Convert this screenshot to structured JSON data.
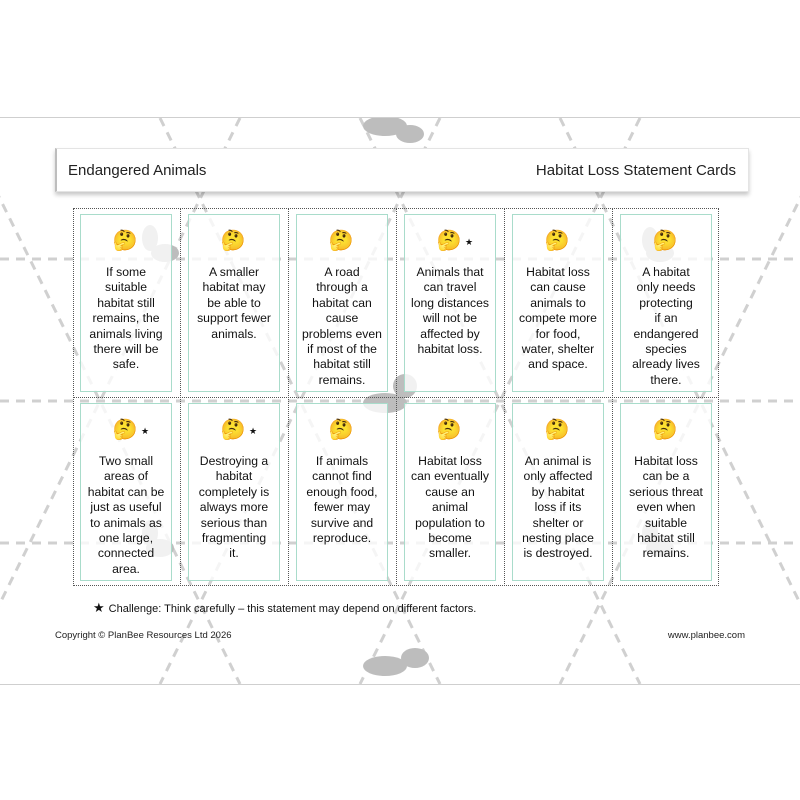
{
  "header": {
    "left_title": "Endangered Animals",
    "right_title": "Habitat Loss Statement Cards"
  },
  "cards": [
    {
      "icon": "thinking-face-icon",
      "star": false,
      "lines": [
        "If some",
        "suitable",
        "habitat still",
        "remains, the",
        "animals living",
        "there will be",
        "safe."
      ]
    },
    {
      "icon": "thinking-face-icon",
      "star": false,
      "lines": [
        "A smaller",
        "habitat may",
        "be able to",
        "support fewer",
        "animals."
      ]
    },
    {
      "icon": "thinking-face-icon",
      "star": false,
      "lines": [
        "A road",
        "through a",
        "habitat can",
        "cause",
        "problems even",
        "if most of the",
        "habitat still",
        "remains."
      ]
    },
    {
      "icon": "thinking-face-icon",
      "star": true,
      "lines": [
        "Animals that",
        "can travel",
        "long distances",
        "will not be",
        "affected by",
        "habitat loss."
      ]
    },
    {
      "icon": "thinking-face-icon",
      "star": false,
      "lines": [
        "Habitat loss",
        "can cause",
        "animals to",
        "compete more",
        "for food,",
        "water, shelter",
        "and space."
      ]
    },
    {
      "icon": "thinking-face-icon",
      "star": false,
      "lines": [
        "A habitat",
        "only needs",
        "protecting",
        "if an",
        "endangered",
        "species",
        "already lives",
        "there."
      ]
    },
    {
      "icon": "thinking-face-icon",
      "star": true,
      "lines": [
        "Two small",
        "areas of",
        "habitat can be",
        "just as useful",
        "to animals as",
        "one large,",
        "connected",
        "area."
      ]
    },
    {
      "icon": "thinking-face-icon",
      "star": true,
      "lines": [
        "Destroying a",
        "habitat",
        "completely is",
        "always more",
        "serious than",
        "fragmenting",
        "it."
      ]
    },
    {
      "icon": "thinking-face-icon",
      "star": false,
      "lines": [
        "If animals",
        "cannot find",
        "enough food,",
        "fewer may",
        "survive and",
        "reproduce."
      ]
    },
    {
      "icon": "thinking-face-icon",
      "star": false,
      "lines": [
        "Habitat loss",
        "can eventually",
        "cause an",
        "animal",
        "population to",
        "become",
        "smaller."
      ]
    },
    {
      "icon": "thinking-face-icon",
      "star": false,
      "lines": [
        "An animal is",
        "only affected",
        "by habitat",
        "loss if its",
        "shelter or",
        "nesting place",
        "is destroyed."
      ]
    },
    {
      "icon": "thinking-face-icon",
      "star": false,
      "lines": [
        "Habitat loss",
        "can be a",
        "serious threat",
        "even when",
        "suitable",
        "habitat still",
        "remains."
      ]
    }
  ],
  "challenge": {
    "star": "★",
    "text": "Challenge: Think carefully – this statement may depend on different factors."
  },
  "footer": {
    "copyright": "Copyright © PlanBee Resources Ltd 2026",
    "website": "www.planbee.com"
  },
  "colors": {
    "card_border": "#a9dccb",
    "pattern": "#bdbdbd"
  }
}
